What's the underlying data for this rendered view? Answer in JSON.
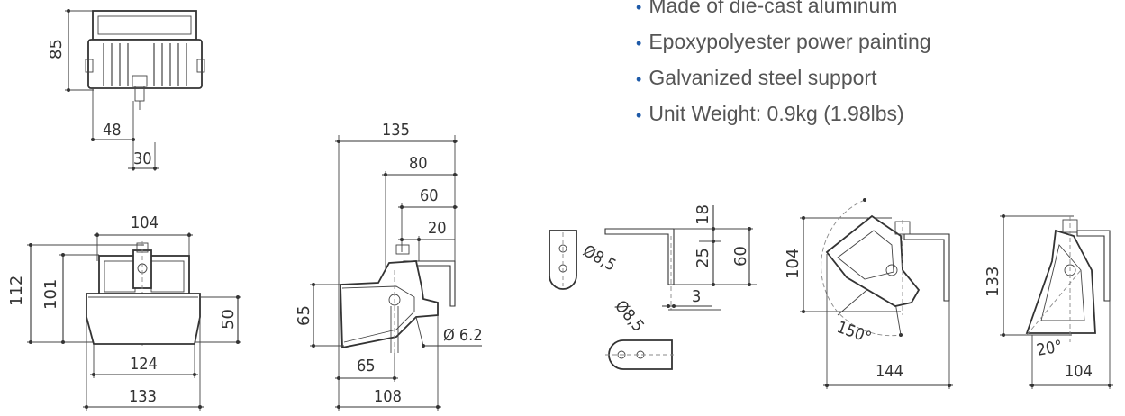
{
  "features": [
    "Made of die-cast aluminum",
    "Epoxypolyester power painting",
    "Galvanized steel support",
    "Unit Weight: 0.9kg (1.98lbs)"
  ],
  "colors": {
    "bullet": "#1e5aa8",
    "feature_text": "#555555",
    "drawing": "#333333"
  },
  "top_view": {
    "height": "85",
    "width_half": "48",
    "offset": "30"
  },
  "front_view": {
    "height_total": "112",
    "height_body": "101",
    "width_top": "104",
    "height_side": "50",
    "width_inner": "124",
    "width_total": "133"
  },
  "side_view": {
    "length": "135",
    "d80": "80",
    "d60": "60",
    "d20": "20",
    "height": "65",
    "bolt": "Ø 6.2",
    "d65": "65",
    "d108": "108"
  },
  "bracket_view": {
    "hole_a": "Ø8,5",
    "hole_b": "Ø8,5",
    "h18": "18",
    "h25": "25",
    "h60": "60",
    "t3": "3"
  },
  "tilt_view": {
    "height": "104",
    "angle": "150°",
    "width": "144"
  },
  "tilt_view_2": {
    "height": "133",
    "angle": "20°",
    "width": "104"
  }
}
